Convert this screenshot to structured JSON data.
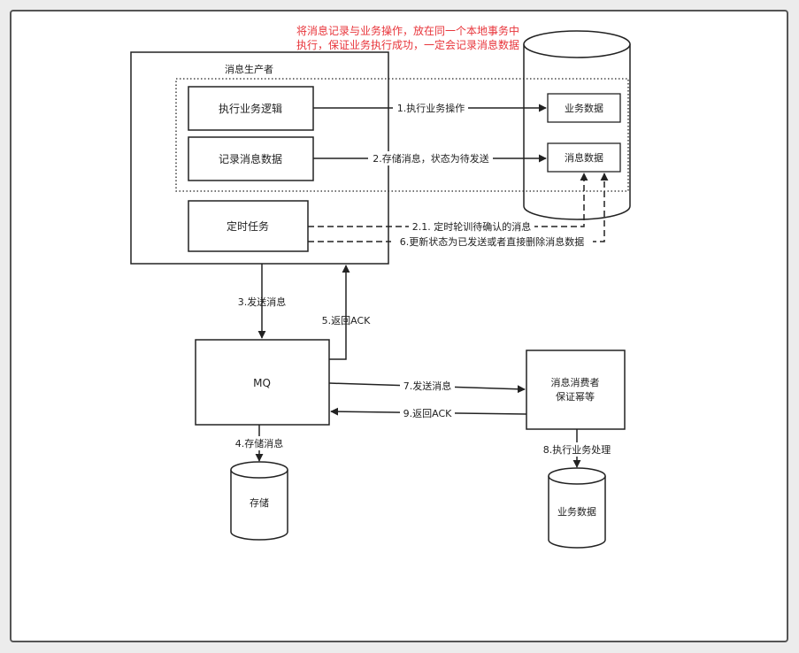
{
  "annotation": {
    "line1": "将消息记录与业务操作，放在同一个本地事务中",
    "line2": "执行，保证业务执行成功，一定会记录消息数据",
    "color": "#e8353b"
  },
  "producer": {
    "title": "消息生产者",
    "business_logic": "执行业务逻辑",
    "record_message": "记录消息数据",
    "scheduled_task": "定时任务"
  },
  "database": {
    "business_data": "业务数据",
    "message_data": "消息数据"
  },
  "mq": {
    "label": "MQ"
  },
  "storage": {
    "label": "存储"
  },
  "consumer": {
    "line1": "消息消费者",
    "line2": "保证幂等",
    "db_label": "业务数据"
  },
  "edges": {
    "step1": "1.执行业务操作",
    "step2": "2.存储消息，状态为待发送",
    "step2_1": "2.1. 定时轮训待确认的消息",
    "step6": "6.更新状态为已发送或者直接删除消息数据",
    "step3": "3.发送消息",
    "step5": "5.返回ACK",
    "step4": "4.存储消息",
    "step7": "7.发送消息",
    "step9": "9.返回ACK",
    "step8": "8.执行业务处理"
  }
}
